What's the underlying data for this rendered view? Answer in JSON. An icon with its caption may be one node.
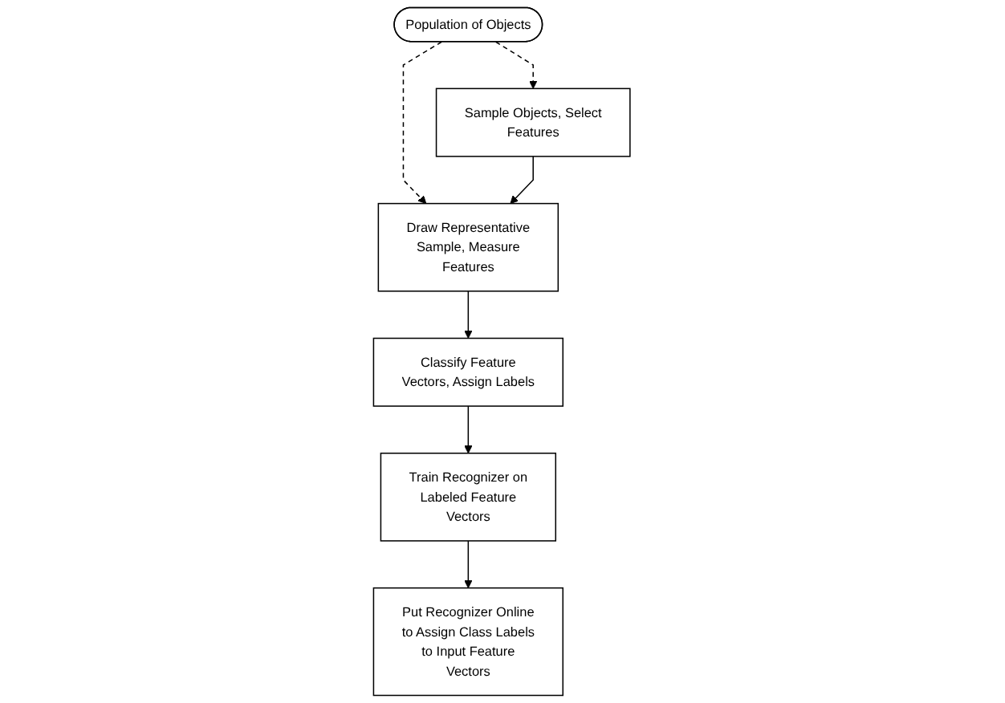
{
  "diagram": {
    "nodes": [
      {
        "text": [
          "Population of Objects"
        ]
      },
      {
        "text": [
          "Sample Objects, Select Features"
        ]
      },
      {
        "text": [
          "Draw Representative Sample, Measure Features"
        ]
      },
      {
        "text": [
          "Classify Feature Vectors, Assign Labels"
        ]
      },
      {
        "text": [
          "Train Recognizer on Labeled Feature Vectors"
        ]
      },
      {
        "text": [
          "Put Recognizer Online to Assign Class Labels to Input Feature Vectors"
        ]
      }
    ],
    "edges": [
      {
        "from": 0,
        "to": 1,
        "arrow": "to",
        "style": "dashed"
      },
      {
        "from": 0,
        "to": 2,
        "arrow": "to",
        "style": "dashed"
      },
      {
        "from": 1,
        "to": 2,
        "arrow": "to"
      },
      {
        "from": 2,
        "to": 3,
        "arrow": "to"
      },
      {
        "from": 3,
        "to": 4,
        "arrow": "to"
      },
      {
        "from": 4,
        "to": 5,
        "arrow": "to"
      }
    ]
  }
}
